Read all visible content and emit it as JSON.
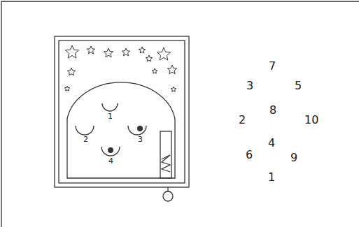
{
  "diagram": {
    "labels": [
      "1",
      "2",
      "3",
      "4",
      "7",
      "3",
      "5",
      "2",
      "8",
      "10",
      "4",
      "6",
      "9",
      "1"
    ]
  }
}
